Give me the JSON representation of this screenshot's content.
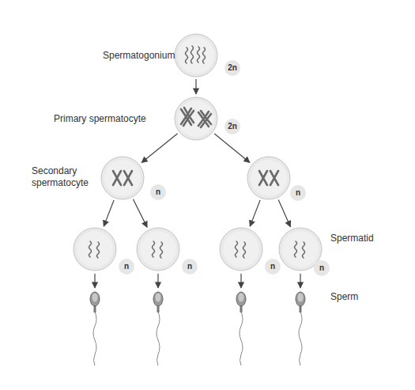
{
  "diagram": {
    "nodes": [
      {
        "text": [
          "2n"
        ]
      },
      {
        "text": [
          "2n"
        ]
      },
      {
        "text": [
          "n"
        ]
      },
      {
        "text": [
          "n"
        ]
      },
      {
        "text": [
          "n"
        ]
      },
      {
        "text": [
          "n"
        ]
      },
      {
        "text": [
          "n"
        ]
      },
      {
        "text": [
          "n"
        ]
      }
    ],
    "edges": [
      {
        "from": 0,
        "to": 1,
        "arrow": "to"
      },
      {
        "from": 1,
        "to": 2,
        "arrow": "to"
      },
      {
        "from": 1,
        "to": 3,
        "arrow": "to"
      },
      {
        "from": 2,
        "to": 4,
        "arrow": "to"
      },
      {
        "from": 2,
        "to": 5,
        "arrow": "to"
      },
      {
        "from": 3,
        "to": 6,
        "arrow": "to"
      },
      {
        "from": 3,
        "to": 7,
        "arrow": "to"
      }
    ],
    "labels": [
      "Spermatogonium",
      "Primary spermatocyte",
      "Secondary spermatocyte",
      "Spermatid",
      "Sperm"
    ]
  }
}
